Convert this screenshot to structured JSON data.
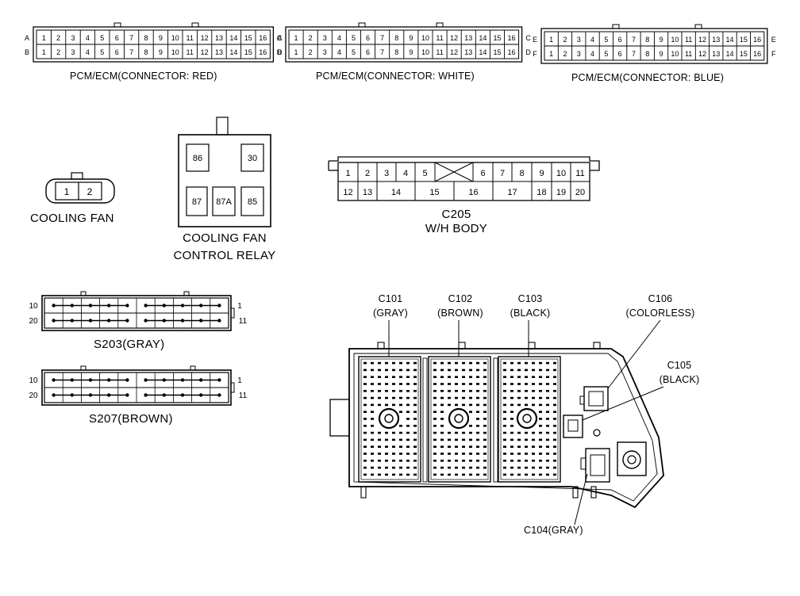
{
  "pcm_red": {
    "title": "PCM/ECM(CONNECTOR: RED)",
    "row_letters_left": [
      "A",
      "B"
    ],
    "row_letters_right": [
      "A",
      "B"
    ],
    "pins": [
      "1",
      "2",
      "3",
      "4",
      "5",
      "6",
      "7",
      "8",
      "9",
      "10",
      "11",
      "12",
      "13",
      "14",
      "15",
      "16"
    ]
  },
  "pcm_white": {
    "title": "PCM/ECM(CONNECTOR: WHITE)",
    "row_letters_left": [
      "C",
      "D"
    ],
    "row_letters_right": [
      "C",
      "D"
    ],
    "pins": [
      "1",
      "2",
      "3",
      "4",
      "5",
      "6",
      "7",
      "8",
      "9",
      "10",
      "11",
      "12",
      "13",
      "14",
      "15",
      "16"
    ]
  },
  "pcm_blue": {
    "title": "PCM/ECM(CONNECTOR: BLUE)",
    "row_letters_left": [
      "E",
      "F"
    ],
    "row_letters_right": [
      "E",
      "F"
    ],
    "pins": [
      "1",
      "2",
      "3",
      "4",
      "5",
      "6",
      "7",
      "8",
      "9",
      "10",
      "11",
      "12",
      "13",
      "14",
      "15",
      "16"
    ]
  },
  "cooling_fan": {
    "title": "COOLING FAN",
    "pins": [
      "1",
      "2"
    ]
  },
  "relay": {
    "title_line1": "COOLING FAN",
    "title_line2": "CONTROL RELAY",
    "terminals": [
      "86",
      "30",
      "87",
      "87A",
      "85"
    ]
  },
  "c205": {
    "title_line1": "C205",
    "title_line2": "W/H BODY",
    "top_row": [
      "1",
      "2",
      "3",
      "4",
      "5",
      "6",
      "7",
      "8",
      "9",
      "10",
      "11"
    ],
    "bottom_row": [
      "12",
      "13",
      "14",
      "15",
      "16",
      "17",
      "18",
      "19",
      "20"
    ]
  },
  "s203": {
    "title": "S203(GRAY)",
    "left_top": "10",
    "left_bottom": "20",
    "right_top": "1",
    "right_bottom": "11"
  },
  "s207": {
    "title": "S207(BROWN)",
    "left_top": "10",
    "left_bottom": "20",
    "right_top": "1",
    "right_bottom": "11"
  },
  "junction_box": {
    "c101": {
      "line1": "C101",
      "line2": "(GRAY)"
    },
    "c102": {
      "line1": "C102",
      "line2": "(BROWN)"
    },
    "c103": {
      "line1": "C103",
      "line2": "(BLACK)"
    },
    "c106": {
      "line1": "C106",
      "line2": "(COLORLESS)"
    },
    "c105": {
      "line1": "C105",
      "line2": "(BLACK)"
    },
    "c104": "C104(GRAY)"
  }
}
